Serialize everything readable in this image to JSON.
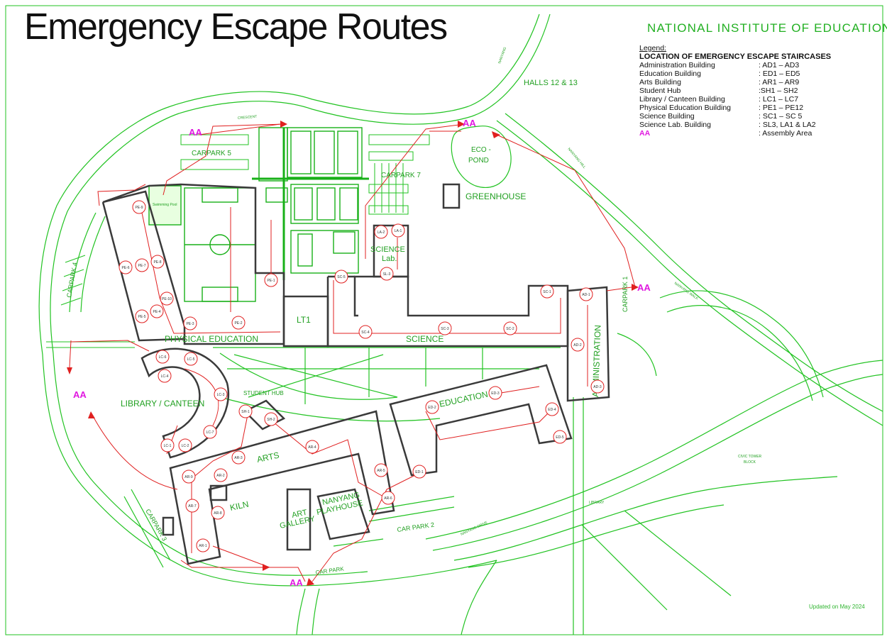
{
  "header": {
    "title": "Emergency Escape Routes",
    "institute": "NATIONAL INSTITUTE OF EDUCATION"
  },
  "legend": {
    "title": "Legend:",
    "heading": "LOCATION OF EMERGENCY ESCAPE STAIRCASES",
    "rows": [
      {
        "name": "Administration Building",
        "value": ": AD1 – AD3"
      },
      {
        "name": "Education Building",
        "value": ": ED1 – ED5"
      },
      {
        "name": "Arts Building",
        "value": ": AR1 – AR9"
      },
      {
        "name": "Student Hub",
        "value": ":SH1 – SH2"
      },
      {
        "name": "Library / Canteen Building",
        "value": ": LC1 – LC7"
      },
      {
        "name": "Physical Education  Building",
        "value": ": PE1 – PE12"
      },
      {
        "name": "Science Building",
        "value": ": SC1 – SC 5"
      },
      {
        "name": "Science Lab. Building",
        "value": ": SL3, LA1 & LA2"
      }
    ],
    "assembly": {
      "symbol": "AA",
      "label": ": Assembly Area"
    }
  },
  "areas": {
    "halls": "HALLS 12 & 13",
    "eco_pond_1": "ECO -",
    "eco_pond_2": "POND",
    "greenhouse": "GREENHOUSE",
    "carpark5": "CARPARK 5",
    "carpark7": "CARPARK 7",
    "carpark4": "CARPARK 4",
    "carpark1": "CARPARK 1",
    "carpark2": "CAR PARK 2",
    "carpark3": "CARPARK 3",
    "carpark_bottom": "CAR PARK",
    "science_lab_1": "SCIENCE",
    "science_lab_2": "Lab.",
    "lt1": "LT1",
    "physical_education": "PHYSICAL EDUCATION",
    "science": "SCIENCE",
    "administration": "ADMINISTRATION",
    "library_canteen": "LIBRARY / CANTEEN",
    "student_hub": "STUDENT HUB",
    "education": "EDUCATION",
    "arts": "ARTS",
    "kiln": "KILN",
    "art_gallery_1": "ART",
    "art_gallery_2": "GALLERY",
    "playhouse_1": "NANYANG",
    "playhouse_2": "PLAYHOUSE",
    "swimming_pool": "Swimming Pool",
    "civic_tower_1": "CIVIC TOWER",
    "civic_tower_2": "BLOCK",
    "library_small": "LIBRARY",
    "nanyang_crescent": "NANYANG",
    "crescent": "CRESCENT",
    "nanyang_drive": "NANYANG DRIVE",
    "nanyang_walk": "NANYANG WALK",
    "nanyang_hill": "NANYANG HILL"
  },
  "assembly_areas": [
    "AA",
    "AA",
    "AA",
    "AA",
    "AA"
  ],
  "staircases": {
    "pe9": "PE-9",
    "pe6": "PE-6",
    "pe7": "PE-7",
    "pe8": "PE-8",
    "pe10": "PE-10",
    "pe5": "PE-5",
    "pe4": "PE-4",
    "pe3": "PE-3",
    "pe2": "PE-2",
    "pe1": "PE-1",
    "la2": "LA-2",
    "la1": "LA-1",
    "sl3": "SL-3",
    "sc5": "SC-5",
    "sc4": "SC-4",
    "sc3": "SC-3",
    "sc2": "SC-2",
    "sc1": "SC-1",
    "ad1": "AD-1",
    "ad2": "AD-2",
    "ad3": "AD-3",
    "lc6": "LC-6",
    "lc5": "LC-5",
    "lc4": "LC-4",
    "lc3": "LC-3",
    "lc7": "LC-7",
    "lc2": "LC-2",
    "lc1": "LC-1",
    "sh1": "SH-1",
    "sh2": "SH-2",
    "ed2": "ED-2",
    "ed3": "ED-3",
    "ed4": "ED-4",
    "ed5": "ED-5",
    "ed1": "ED-1",
    "ar9": "AR-9",
    "ar2": "AR-2",
    "ar3": "AR-3",
    "ar4": "AR-4",
    "ar5": "AR-5",
    "ar6": "AR-6",
    "ar7": "AR-7",
    "ar8": "AR-8",
    "ar1": "AR-1"
  },
  "footer": {
    "updated": "Updated on May 2024"
  },
  "colors": {
    "road": "#22c322",
    "route": "#e02020",
    "building": "#3a3a3a",
    "assembly": "#e018e0"
  }
}
